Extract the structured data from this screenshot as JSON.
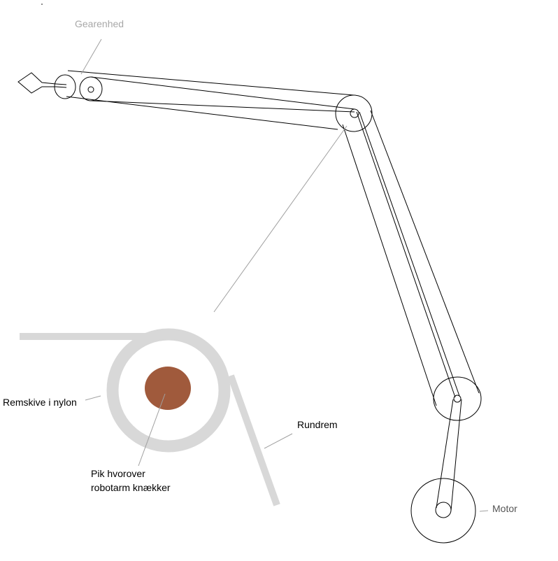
{
  "labels": {
    "gear_unit": "Gearenhed",
    "nylon_pulley": "Remskive i nylon",
    "round_belt": "Rundrem",
    "pin_line1": "Pik hvorover",
    "pin_line2": "robotarm knækker",
    "motor": "Motor"
  },
  "colors": {
    "line": "#000000",
    "leader": "#a0a0a0",
    "belt_grey": "#d8d8d8",
    "pin": "#a05a3c",
    "gear_label": "#a8a8a8",
    "motor_label": "#555555",
    "text": "#000000"
  }
}
